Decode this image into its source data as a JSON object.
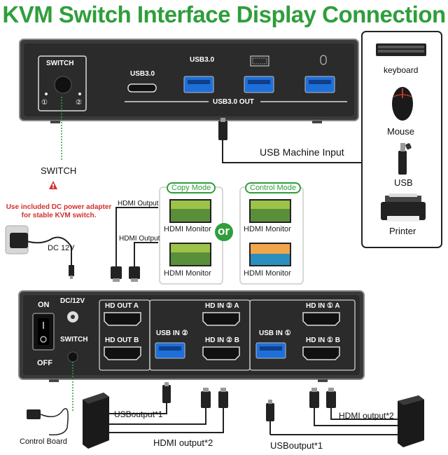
{
  "title": "KVM Switch Interface Display Connection",
  "top_panel": {
    "switch_label": "SWITCH",
    "led1": "①",
    "led2": "②",
    "usbc_label": "USB3.0",
    "usba_label": "USB3.0",
    "out_label": "USB3.0 OUT"
  },
  "switch_caption": "SWITCH",
  "usb_machine_input": "USB Machine Input",
  "peripherals": [
    {
      "label": "keyboard",
      "icon": "keyboard-icon"
    },
    {
      "label": "Mouse",
      "icon": "mouse-icon"
    },
    {
      "label": "USB",
      "icon": "usb-drive-icon"
    },
    {
      "label": "Printer",
      "icon": "printer-icon"
    }
  ],
  "power_warning": "Use included DC power adapter for stable KVM switch.",
  "dc_label": "DC 12V",
  "hdmi_output_labels": [
    "HDMI Output",
    "HDMI Output"
  ],
  "modes": {
    "copy_mode": "Copy Mode",
    "control_mode": "Control Mode",
    "or": "or",
    "monitor_label": "HDMI Monitor"
  },
  "back_panel": {
    "on": "ON",
    "off": "OFF",
    "dc": "DC/12V",
    "switch": "SWITCH",
    "hd_out_a": "HD OUT A",
    "hd_out_b": "HD OUT B",
    "hd_in2_a": "HD IN ② A",
    "hd_in2_b": "HD IN ② B",
    "usb_in2": "USB IN ②",
    "hd_in1_a": "HD IN ① A",
    "hd_in1_b": "HD IN ① B",
    "usb_in1": "USB IN ①"
  },
  "bottom_labels": {
    "control_board": "Control Board",
    "usb_output_left": "USBoutput*1",
    "hdmi_output_left": "HDMI output*2",
    "usb_output_right": "USBoutput*1",
    "hdmi_output_right": "HDMI output*2"
  },
  "colors": {
    "title_green": "#2f9e3b",
    "warning_red": "#d32f2f",
    "panel_dark": "#2b2b2b",
    "usb_blue": "#1e6fd9"
  }
}
